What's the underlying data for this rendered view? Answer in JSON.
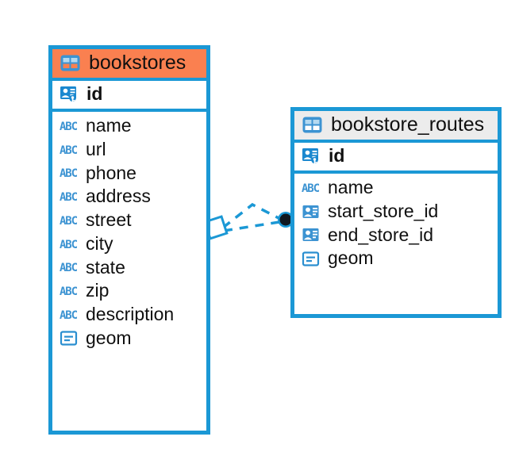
{
  "diagram": {
    "type": "entity-relationship-diagram",
    "colors": {
      "edge_blue": "#1b98d5",
      "accent_orange": "#fa8050",
      "header_gray": "#ececec",
      "text": "#101010",
      "icon_blue": "#3c93d2",
      "endpoint_dark": "#101820"
    },
    "entities": [
      {
        "name": "bookstores",
        "header_color": "#fa8050",
        "table_icon": "table-icon",
        "primary_key": {
          "label": "id",
          "icon": "primary-key-icon"
        },
        "fields": [
          {
            "label": "name",
            "icon": "abc-text-icon"
          },
          {
            "label": "url",
            "icon": "abc-text-icon"
          },
          {
            "label": "phone",
            "icon": "abc-text-icon"
          },
          {
            "label": "address",
            "icon": "abc-text-icon"
          },
          {
            "label": "street",
            "icon": "abc-text-icon"
          },
          {
            "label": "city",
            "icon": "abc-text-icon"
          },
          {
            "label": "state",
            "icon": "abc-text-icon"
          },
          {
            "label": "zip",
            "icon": "abc-text-icon"
          },
          {
            "label": "description",
            "icon": "abc-text-icon"
          },
          {
            "label": "geom",
            "icon": "geometry-icon"
          }
        ]
      },
      {
        "name": "bookstore_routes",
        "header_color": "#ececec",
        "table_icon": "table-icon",
        "primary_key": {
          "label": "id",
          "icon": "primary-key-icon"
        },
        "fields": [
          {
            "label": "name",
            "icon": "abc-text-icon"
          },
          {
            "label": "start_store_id",
            "icon": "foreign-key-icon"
          },
          {
            "label": "end_store_id",
            "icon": "foreign-key-icon"
          },
          {
            "label": "geom",
            "icon": "geometry-icon"
          }
        ]
      }
    ],
    "relationship": {
      "from_entity": "bookstores",
      "to_entity": "bookstore_routes",
      "from_marker": "diamond-endpoint",
      "to_marker": "filled-circle-endpoint",
      "line_style": "dashed",
      "line_color": "#1b98d5"
    }
  }
}
